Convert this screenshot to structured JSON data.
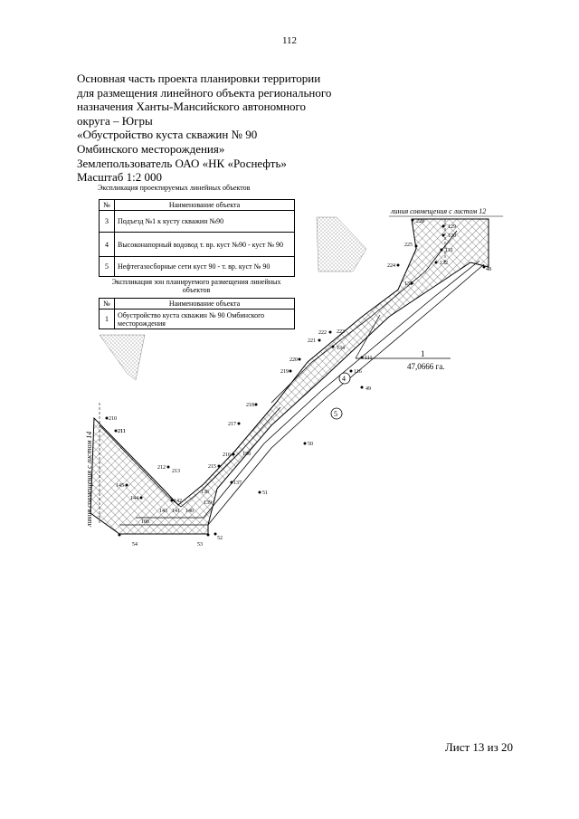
{
  "page_number": "112",
  "title_lines": [
    "Основная часть проекта планировки территории",
    "для размещения линейного объекта регионального",
    "назначения Ханты-Мансийского автономного",
    "округа – Югры",
    "«Обустройство куста скважин № 90",
    "Омбинского месторождения»",
    "Землепользователь ОАО «НК «Роснефть»",
    "Масштаб 1:2 000"
  ],
  "table1": {
    "caption": "Экспликация проектируемых линейных объектов",
    "header": [
      "№",
      "Наименование объекта"
    ],
    "rows": [
      [
        "3",
        "Подъезд №1 к кусту скважин №90"
      ],
      [
        "4",
        "Высоконапорный водовод т. вр. куст №90 - куст № 90"
      ],
      [
        "5",
        "Нефтегазосборные сети куст 90 - т. вр. куст № 90"
      ]
    ]
  },
  "table2": {
    "caption_line1": "Экспликация зон планируемого размещения линейных",
    "caption_line2": "объектов",
    "header": [
      "№",
      "Наименование объекта"
    ],
    "rows": [
      [
        "1",
        "Обустройство куста скважин № 90 Омбинского месторождения"
      ]
    ]
  },
  "map": {
    "join_line_top": "линия совмещения с листом 12",
    "join_line_left": "линия совмещения с листом 14",
    "zone_number": "1",
    "zone_area": "47,0666 га.",
    "object_markers": [
      "4",
      "5"
    ],
    "point_labels": [
      "228",
      "129",
      "130",
      "131",
      "225",
      "132",
      "48",
      "224",
      "133",
      "222",
      "221",
      "223",
      "134",
      "220",
      "111",
      "219",
      "116",
      "49",
      "218",
      "211",
      "217",
      "50",
      "210",
      "211",
      "216",
      "138",
      "212",
      "215",
      "51",
      "213",
      "145",
      "144",
      "136",
      "137",
      "142",
      "143",
      "141",
      "140",
      "139",
      "108",
      "54",
      "53",
      "52"
    ]
  },
  "footer": {
    "sheet": "Лист 13 из 20"
  }
}
